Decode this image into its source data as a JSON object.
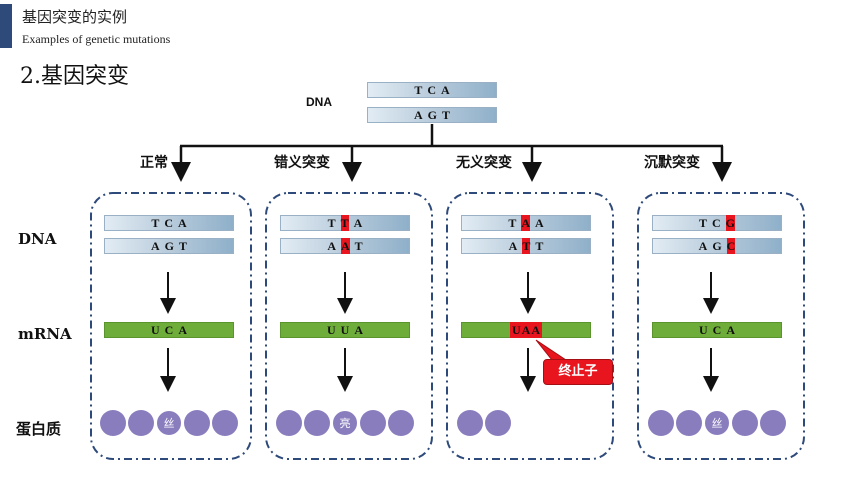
{
  "header": {
    "title": "基因突变的实例",
    "subtitle": "Examples of genetic mutations"
  },
  "section_title": "2.基因突变",
  "top_dna": {
    "label": "DNA",
    "strand1": [
      "T",
      "C",
      "A"
    ],
    "strand2": [
      "A",
      "G",
      "T"
    ]
  },
  "row_labels": {
    "dna": "DNA",
    "mrna": "mRNA",
    "protein": "蛋白质"
  },
  "cases": [
    {
      "label": "正常",
      "dna1": [
        "T",
        "C",
        "A"
      ],
      "dna2": [
        "A",
        "G",
        "T"
      ],
      "mrna": [
        "U",
        "C",
        "A"
      ],
      "mutated_index": null,
      "protein": [
        "",
        "",
        "丝",
        "",
        ""
      ]
    },
    {
      "label": "错义突变",
      "dna1": [
        "T",
        "T",
        "A"
      ],
      "dna2": [
        "A",
        "A",
        "T"
      ],
      "mrna": [
        "U",
        "U",
        "A"
      ],
      "mutated_index": 1,
      "protein": [
        "",
        "",
        "亮",
        "",
        ""
      ]
    },
    {
      "label": "无义突变",
      "dna1": [
        "T",
        "A",
        "A"
      ],
      "dna2": [
        "A",
        "T",
        "T"
      ],
      "mrna": [
        "U",
        "A",
        "A"
      ],
      "mutated_index": 1,
      "protein": [
        "",
        ""
      ],
      "callout": "终止子"
    },
    {
      "label": "沉默突变",
      "dna1": [
        "T",
        "C",
        "G"
      ],
      "dna2": [
        "A",
        "G",
        "C"
      ],
      "mrna": [
        "U",
        "C",
        "A"
      ],
      "mutated_index": 2,
      "protein": [
        "",
        "",
        "丝",
        "",
        ""
      ]
    }
  ],
  "colors": {
    "mutation": "#e8141e",
    "mrna": "#6fad3a",
    "amino_acid": "#8a7dbe",
    "box_border": "#2e4a7a"
  }
}
